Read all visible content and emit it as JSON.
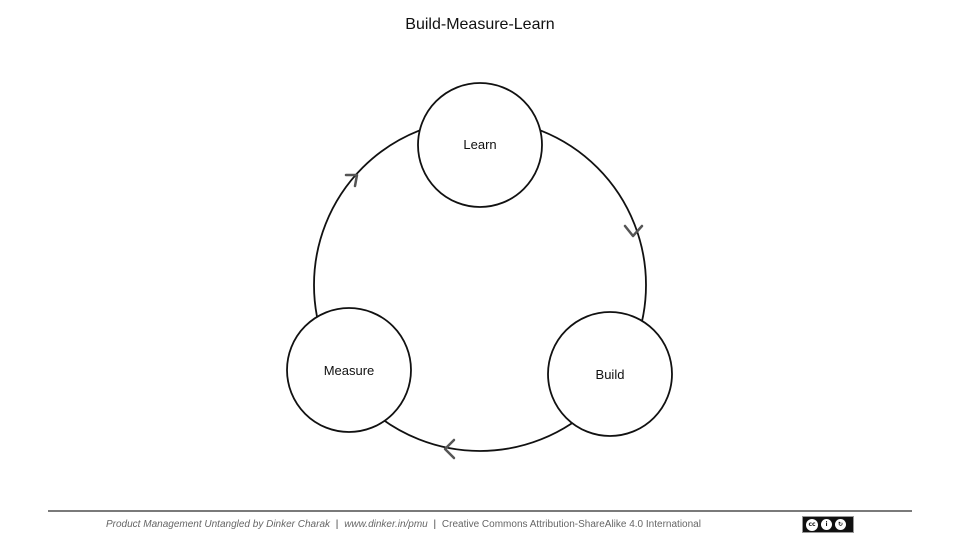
{
  "title": "Build-Measure-Learn",
  "nodes": {
    "learn": "Learn",
    "build": "Build",
    "measure": "Measure"
  },
  "footer": {
    "book": "Product Management Untangled by Dinker Charak",
    "separator": "|",
    "url": "www.dinker.in/pmu",
    "license": "Creative Commons Attribution-ShareAlike 4.0 International"
  },
  "license_badge": {
    "icons": [
      "cc-icon",
      "attribution-icon",
      "share-alike-icon"
    ],
    "glyphs": [
      "cc",
      "i",
      "↻"
    ]
  },
  "colors": {
    "stroke": "#111111",
    "arrow": "#555555",
    "rule": "#7a7a7a",
    "footer_text": "#666666"
  }
}
